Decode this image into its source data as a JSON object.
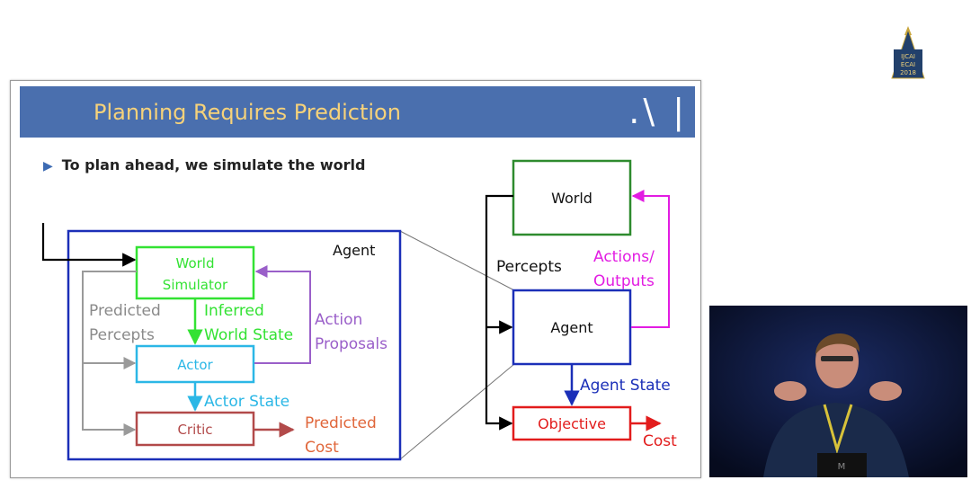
{
  "slide": {
    "title": "Planning Requires Prediction",
    "logo": ".\\ |",
    "bullet": "To plan ahead, we simulate the world"
  },
  "left_diagram": {
    "agent_label": "Agent",
    "world_simulator_line1": "World",
    "world_simulator_line2": "Simulator",
    "actor_label": "Actor",
    "critic_label": "Critic",
    "predicted_percepts_line1": "Predicted",
    "predicted_percepts_line2": "Percepts",
    "inferred_line1": "Inferred",
    "inferred_line2": "World State",
    "action_proposals_line1": "Action",
    "action_proposals_line2": "Proposals",
    "actor_state": "Actor State",
    "predicted_cost_line1": "Predicted",
    "predicted_cost_line2": "Cost"
  },
  "right_diagram": {
    "world_label": "World",
    "agent_label": "Agent",
    "objective_label": "Objective",
    "percepts_label": "Percepts",
    "actions_line1": "Actions/",
    "actions_line2": "Outputs",
    "agent_state_label": "Agent State",
    "cost_label": "Cost"
  },
  "badge": {
    "line1": "IJCAI",
    "line2": "ECAI",
    "line3": "2018"
  },
  "colors": {
    "title_bar": "#4a6fae",
    "title_text": "#f6d27a",
    "world_sim": "#33e233",
    "actor": "#2bb7e6",
    "critic": "#b24a4a",
    "agent_box": "#1b2fb8",
    "world_box": "#2e8b2e",
    "objective": "#e21c1c",
    "actions": "#e21ce2",
    "action_proposals": "#9a5fc9",
    "predicted_cost": "#e0663a",
    "predicted_percepts": "#8a8a8a"
  },
  "video": {
    "podium_text": "M"
  }
}
